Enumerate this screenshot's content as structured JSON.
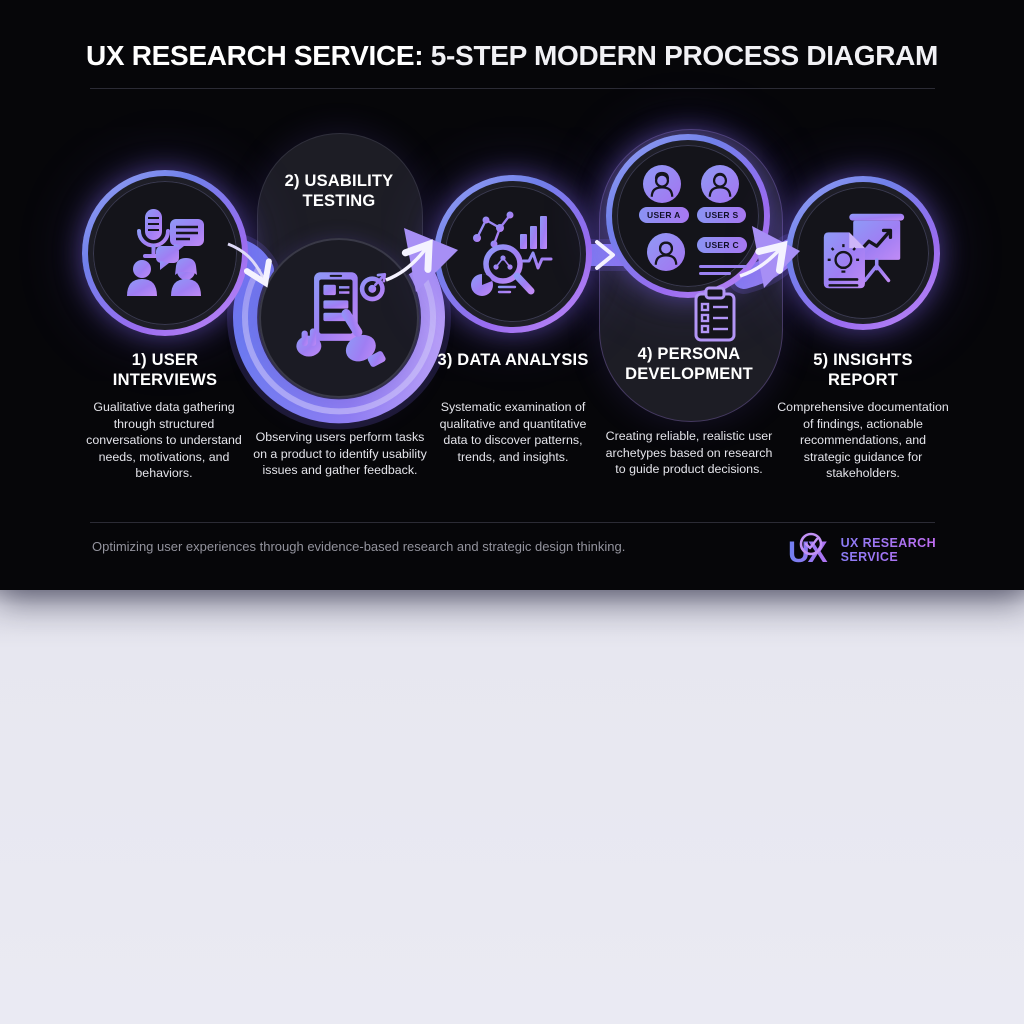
{
  "panel": {
    "title_brand": "UX RESEARCH SERVICE:",
    "title_rest": "5-STEP MODERN PROCESS DIAGRAM"
  },
  "steps": [
    {
      "label": "1) USER INTERVIEWS",
      "description": "Gualitative data gathering through structured conversations to understand needs, motivations, and behaviors."
    },
    {
      "label": "2) USABILITY TESTING",
      "description": "Observing users perform tasks on a product to identify usability issues and gather feedback."
    },
    {
      "label": "3) DATA ANALYSIS",
      "description": "Systematic examination of qualitative and quantitative data to discover patterns, trends, and insights."
    },
    {
      "label": "4) PERSONA DEVELOPMENT",
      "description": "Creating reliable, realistic user archetypes based on research to guide product decisions."
    },
    {
      "label": "5) INSIGHTS REPORT",
      "description": "Comprehensive documentation of findings, actionable recommendations, and strategic guidance for stakeholders."
    }
  ],
  "personas": [
    {
      "name": "USER A"
    },
    {
      "name": "USER S"
    },
    {
      "name": "USER C"
    }
  ],
  "footer": {
    "tagline": "Optimizing user experiences through evidence-based research and strategic design thinking.",
    "logo_glyph": "UX",
    "logo_line1": "UX RESEARCH",
    "logo_line2": "SERVICE"
  },
  "icons": {
    "step1": "microphone-conversation-icon",
    "step2": "tablet-hands-target-icon",
    "step3": "magnifier-analytics-icon",
    "step4": "persona-avatars-icon",
    "step4_extra": "clipboard-checklist-icon",
    "step5": "report-presentation-icon",
    "logo": "ux-magnifier-logo-icon"
  },
  "colors": {
    "background": "#060609",
    "capsule": "#1d1d25",
    "accent_blue": "#7b87f2",
    "accent_purple": "#a873f2",
    "accent_light": "#cfc5fa",
    "text_primary": "#ffffff",
    "text_secondary": "#e4e4ea",
    "footer_text": "#93939d",
    "bottom_background": "#e9e9f2"
  }
}
